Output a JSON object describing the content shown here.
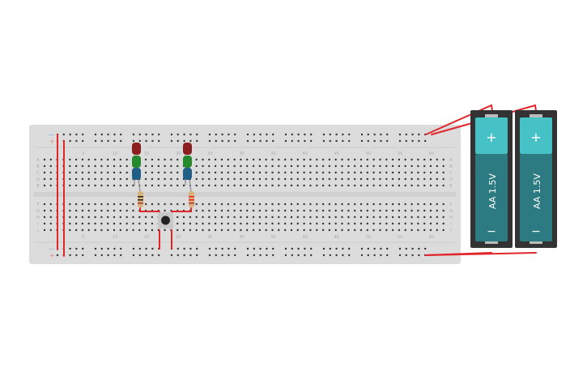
{
  "breadboard": {
    "row_labels_top": [
      "A",
      "B",
      "C",
      "D",
      "E"
    ],
    "row_labels_bottom": [
      "F",
      "G",
      "H",
      "I",
      "J"
    ],
    "column_labels": [
      "5",
      "10",
      "15",
      "20",
      "25",
      "30",
      "35",
      "40",
      "45",
      "50",
      "55",
      "60"
    ],
    "rail_minus": "—",
    "rail_plus": "+"
  },
  "batteries": [
    {
      "label": "AA 1.5V",
      "plus": "+",
      "minus": "−"
    },
    {
      "label": "AA 1.5V",
      "plus": "+",
      "minus": "−"
    }
  ],
  "colors": {
    "wire": "#e0262a",
    "board": "#dcdcdc",
    "led_red": "#8b1e1e",
    "led_green": "#25892e",
    "led_blue": "#1f5f86",
    "battery_top": "#46c1c6",
    "battery_body": "#2d7b82",
    "holder": "#333333"
  }
}
